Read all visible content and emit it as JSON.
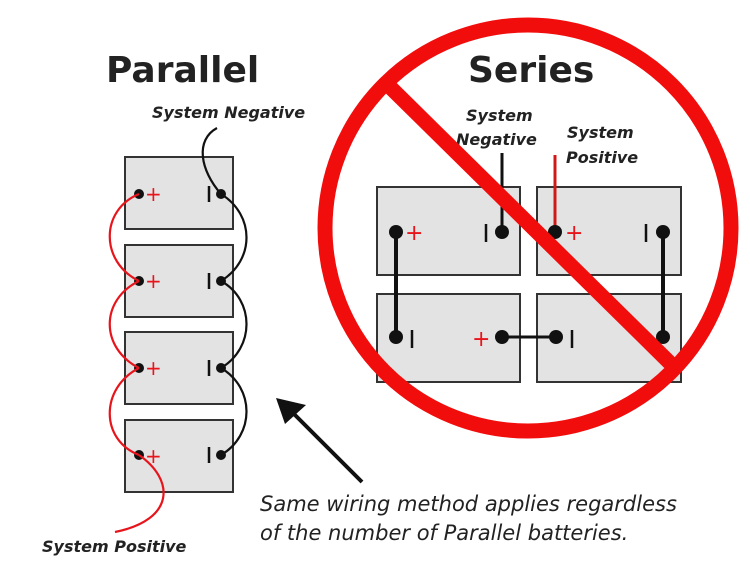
{
  "parallel": {
    "title": "Parallel",
    "negative_label": "System Negative",
    "positive_label": "System Positive",
    "battery_count": 4,
    "plus_symbol": "+"
  },
  "series": {
    "title": "Series",
    "negative_label_line1": "System",
    "negative_label_line2": "Negative",
    "positive_label_line1": "System",
    "positive_label_line2": "Positive",
    "battery_count": 4,
    "plus_symbol": "+",
    "prohibited": true
  },
  "note": {
    "line1": "Same wiring method applies regardless",
    "line2": "of the number of Parallel batteries."
  },
  "colors": {
    "prohibition_red": "#f20d0d",
    "positive_wire": "#e8141b",
    "negative_wire": "#111111",
    "battery_fill": "#e3e3e3"
  }
}
